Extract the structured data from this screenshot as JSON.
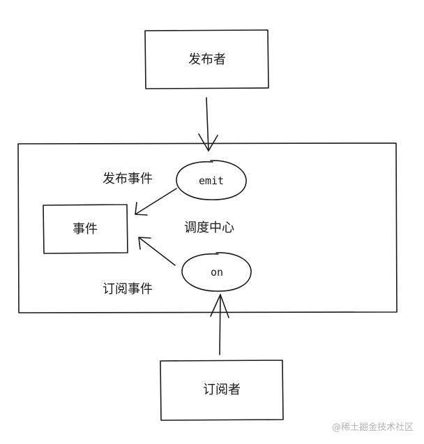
{
  "diagram": {
    "nodes": {
      "publisher": {
        "label": "发布者"
      },
      "dispatch_center": {
        "label": "调度中心"
      },
      "event": {
        "label": "事件"
      },
      "emit": {
        "label": "emit"
      },
      "on": {
        "label": "on"
      },
      "subscriber": {
        "label": "订阅者"
      }
    },
    "edges": {
      "publish_event": {
        "label": "发布事件"
      },
      "subscribe_event": {
        "label": "订阅事件"
      }
    },
    "watermark": "@稀土掘金技术社区"
  }
}
